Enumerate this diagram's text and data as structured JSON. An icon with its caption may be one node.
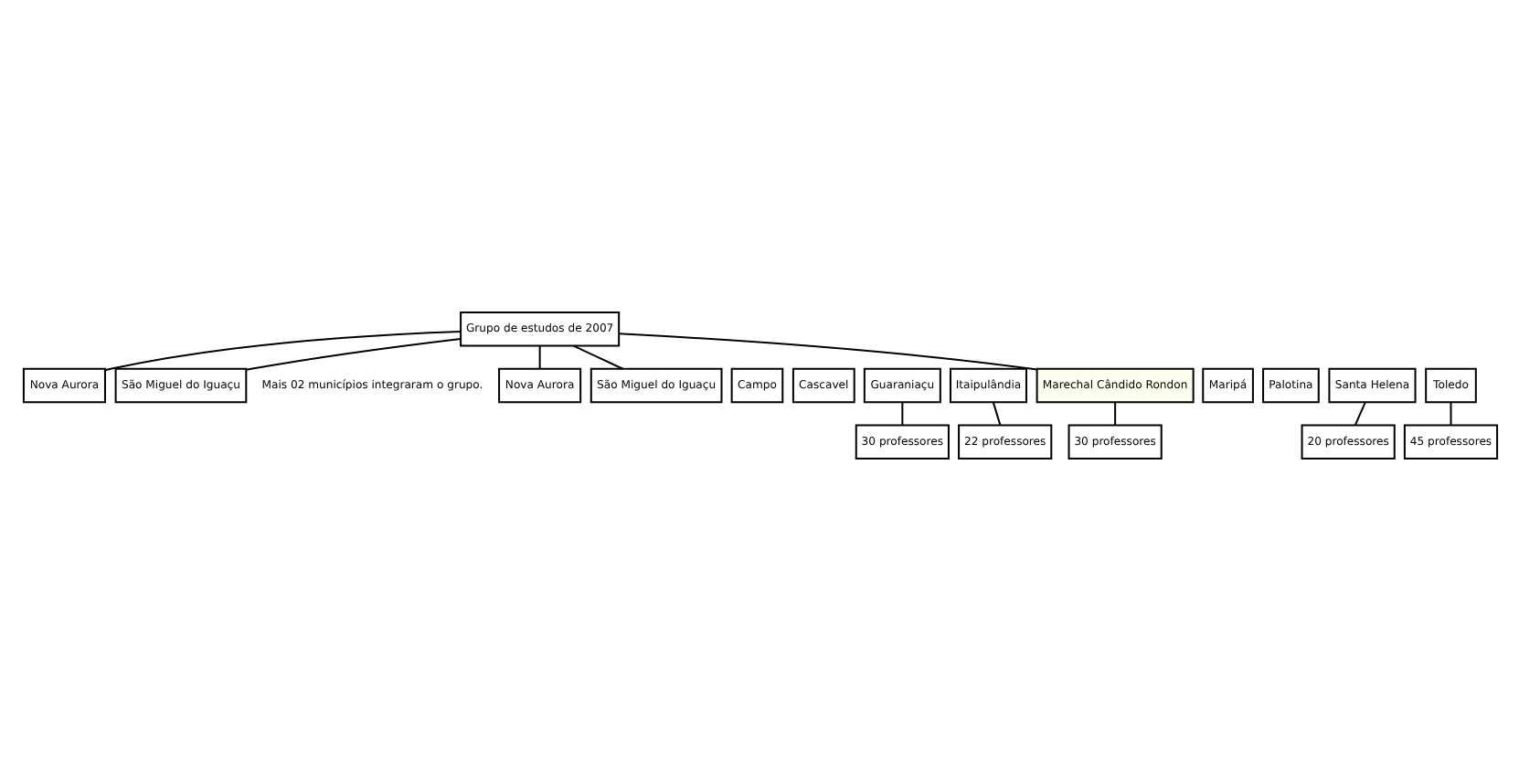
{
  "diagram": {
    "nodes": [
      {
        "text": [
          "Grupo de estudos de 2007"
        ]
      },
      {
        "text": [
          "Nova Aurora"
        ]
      },
      {
        "text": [
          "São Miguel do Iguaçu"
        ]
      },
      {
        "text": [
          "Nova Aurora"
        ]
      },
      {
        "text": [
          "São Miguel do Iguaçu"
        ]
      },
      {
        "text": [
          "Campo"
        ]
      },
      {
        "text": [
          "Cascavel"
        ]
      },
      {
        "text": [
          "Guaraniaçu"
        ]
      },
      {
        "text": [
          "Itaipulândia"
        ]
      },
      {
        "text": [
          "Marechal Cândido Rondon"
        ]
      },
      {
        "text": [
          "Maripá"
        ]
      },
      {
        "text": [
          "Palotina"
        ]
      },
      {
        "text": [
          "Santa Helena"
        ]
      },
      {
        "text": [
          "Toledo"
        ]
      },
      {
        "text": [
          "30 professores"
        ]
      },
      {
        "text": [
          "22 professores"
        ]
      },
      {
        "text": [
          "30 professores"
        ]
      },
      {
        "text": [
          "20 professores"
        ]
      },
      {
        "text": [
          "45 professores"
        ]
      }
    ],
    "edges": [
      {
        "from": 0,
        "to": 1,
        "arrow": "none"
      },
      {
        "from": 0,
        "to": 2,
        "arrow": "none"
      },
      {
        "from": 0,
        "to": 3,
        "arrow": "none"
      },
      {
        "from": 0,
        "to": 4,
        "arrow": "none"
      },
      {
        "from": 0,
        "to": 9,
        "arrow": "none"
      },
      {
        "from": 7,
        "to": 14,
        "arrow": "none"
      },
      {
        "from": 8,
        "to": 15,
        "arrow": "none"
      },
      {
        "from": 9,
        "to": 16,
        "arrow": "none"
      },
      {
        "from": 12,
        "to": 17,
        "arrow": "none"
      },
      {
        "from": 13,
        "to": 18,
        "arrow": "none"
      }
    ],
    "labels": [
      "Mais 02 municípios integraram o grupo."
    ]
  }
}
